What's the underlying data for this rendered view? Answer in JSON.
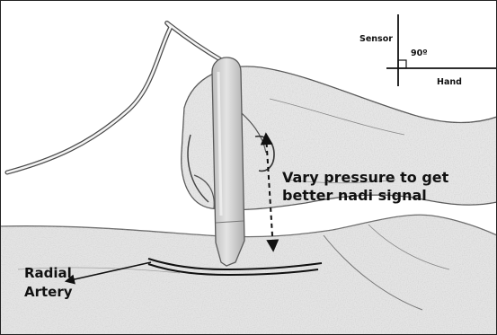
{
  "inset": {
    "sensor_label": "Sensor",
    "angle_label": "90º",
    "hand_label": "Hand"
  },
  "annotations": {
    "pressure_line1": "Vary pressure to get",
    "pressure_line2": "better nadi signal",
    "artery_line1": "Radial",
    "artery_line2": "Artery"
  },
  "colors": {
    "background": "#ffffff",
    "sketch_skin": "#e2e2e2",
    "sensor_body": "#cfcfcf",
    "text": "#111111"
  }
}
